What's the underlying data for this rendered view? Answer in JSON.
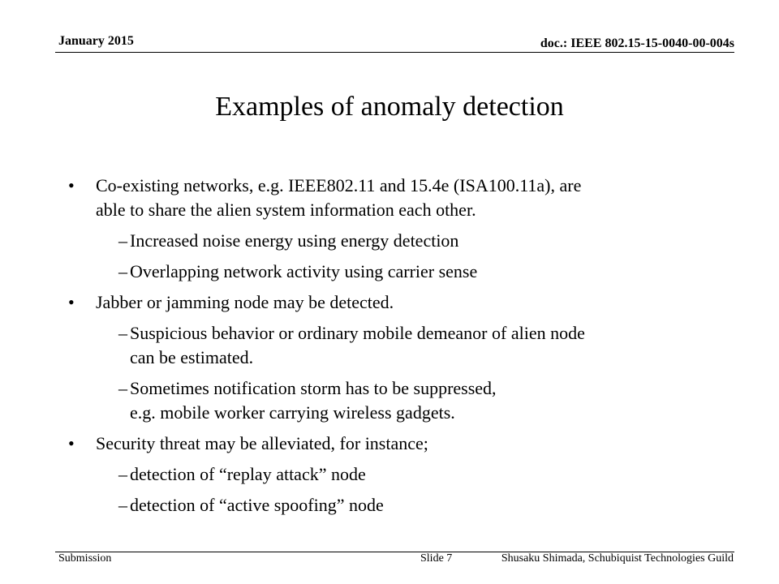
{
  "header": {
    "date": "January 2015",
    "doc_id": "doc.: IEEE 802.15-15-0040-00-004s"
  },
  "title": "Examples of anomaly detection",
  "bullets": [
    {
      "marker": "•",
      "lines": [
        "Co-existing networks, e.g. IEEE802.11 and 15.4e (ISA100.11a),  are",
        "able to share the alien system information each other."
      ],
      "sub": [
        {
          "marker": "–",
          "lines": [
            "Increased noise energy using energy detection"
          ]
        },
        {
          "marker": "–",
          "lines": [
            "Overlapping network activity using carrier sense"
          ]
        }
      ]
    },
    {
      "marker": "•",
      "lines": [
        "Jabber or jamming node may be detected."
      ],
      "sub": [
        {
          "marker": "–",
          "lines": [
            "Suspicious behavior or ordinary mobile demeanor of alien node",
            "can be estimated."
          ]
        },
        {
          "marker": "–",
          "lines": [
            "Sometimes notification storm has to be suppressed,",
            "e.g. mobile worker carrying wireless gadgets."
          ]
        }
      ]
    },
    {
      "marker": "•",
      "lines": [
        "Security threat may be alleviated, for instance;"
      ],
      "sub": [
        {
          "marker": "–",
          "lines": [
            "detection of  “replay attack” node"
          ]
        },
        {
          "marker": "–",
          "lines": [
            "detection of  “active spoofing” node"
          ]
        }
      ]
    }
  ],
  "footer": {
    "left": "Submission",
    "slide": "Slide 7",
    "author": "Shusaku Shimada, Schubiquist Technologies Guild"
  }
}
